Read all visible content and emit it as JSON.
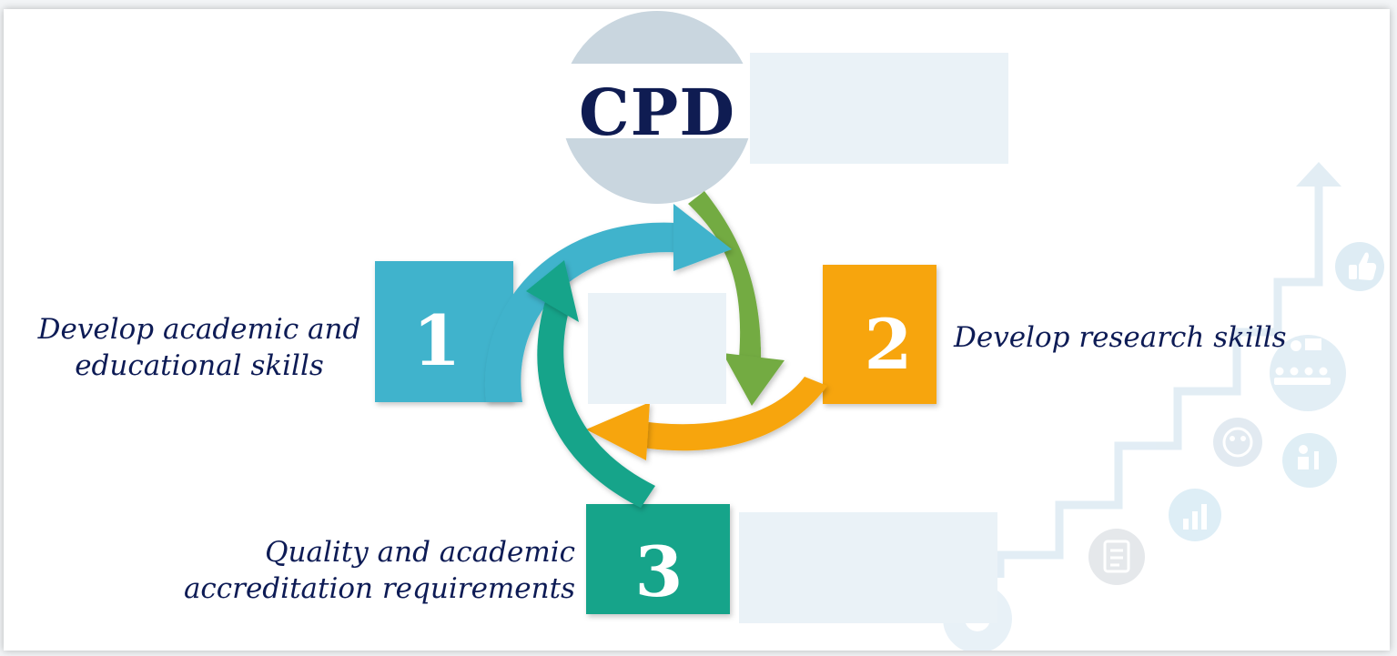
{
  "title": "CPD",
  "items": [
    {
      "number": "1",
      "label_line1": "Develop academic and",
      "label_line2": "educational skills",
      "color": "#3fb3cc"
    },
    {
      "number": "2",
      "label_line1": "Develop research skills",
      "label_line2": "",
      "color": "#f7a50a"
    },
    {
      "number": "3",
      "label_line1": "Quality and academic",
      "label_line2": "accreditation requirements",
      "color": "#14a48a"
    }
  ],
  "colors": {
    "title_circle": "#c9d6df",
    "cycle_arrow_green": "#73ab43",
    "panel_fill": "#eaf2f7",
    "label_text": "#0d1b55",
    "background_staircase": "#dcebf3"
  },
  "icons": [
    "staircase-arrow-icon",
    "thumbs-up-icon",
    "presentation-icon",
    "team-icon",
    "growth-icon",
    "bar-chart-icon",
    "clipboard-icon",
    "gear-icon"
  ]
}
